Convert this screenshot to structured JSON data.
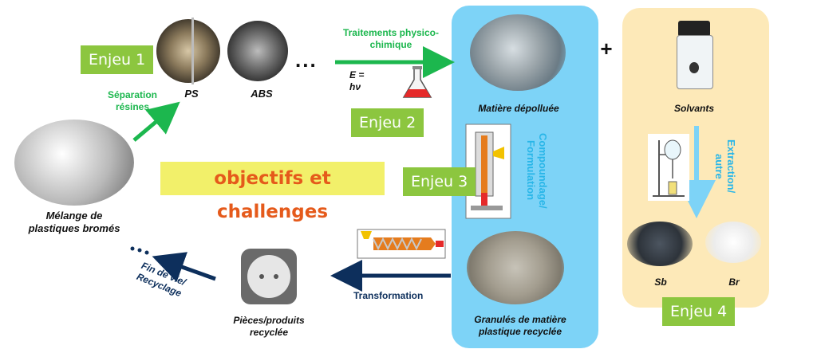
{
  "labels": {
    "mixture": "Mélange de plastiques bromés",
    "ps": "PS",
    "abs": "ABS",
    "ellipsis": "...",
    "separation": "Séparation résines",
    "treatments": "Traitements physico-chimique",
    "energy_line1": "E =",
    "energy_line2": "hν",
    "clean_matter": "Matière dépolluée",
    "compounding": "Compoundage/ Formulation",
    "granules": "Granulés de matière plastique recyclée",
    "transformation": "Transformation",
    "parts": "Pièces/produits recyclée",
    "end_of_life": "Fin de vie/ Recyclage",
    "plus": "+",
    "solvents": "Solvants",
    "extraction": "Extraction/ autre",
    "sb": "Sb",
    "br": "Br",
    "title": "objectifs et challenges"
  },
  "enjeux": {
    "e1": "Enjeu 1",
    "e2": "Enjeu 2",
    "e3": "Enjeu 3",
    "e4": "Enjeu 4"
  },
  "colors": {
    "green_arrow": "#1cb74e",
    "navy_arrow": "#0d2f5c",
    "enjeu_bg": "#8cc63f",
    "blue_panel": "#7dd3f7",
    "cream_panel": "#fde9b8",
    "title_text": "#e55a1b",
    "title_bg": "#f2f06a",
    "vertical_text": "#29b6e8"
  }
}
